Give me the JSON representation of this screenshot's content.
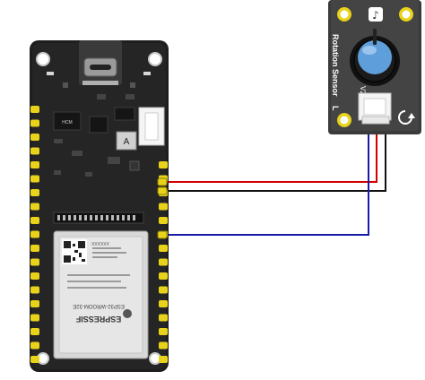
{
  "diagram": {
    "board": {
      "module": {
        "line1": "XXXXXX",
        "line2": "ESP32-WROOM-32E",
        "line3": "ESPRESSIF"
      },
      "chip_label": "HCM",
      "indicator_label": "A"
    },
    "sensor": {
      "title": "Rotation Sensor",
      "variant": "V2",
      "series_suffix": "L"
    },
    "wires": [
      {
        "color": "#d40000",
        "role": "power"
      },
      {
        "color": "#111111",
        "role": "ground"
      },
      {
        "color": "#1a1aa8",
        "role": "signal"
      }
    ],
    "colors": {
      "board": "#1e1e1e",
      "board_edge": "#2a2a2a",
      "pad_gold": "#e8d21a",
      "knob_blue": "#6fa8dc",
      "module_silver": "#d8d8d8"
    },
    "icons": {
      "sensor_logo": "music-note-icon",
      "sensor_return": "rotate-icon"
    }
  }
}
